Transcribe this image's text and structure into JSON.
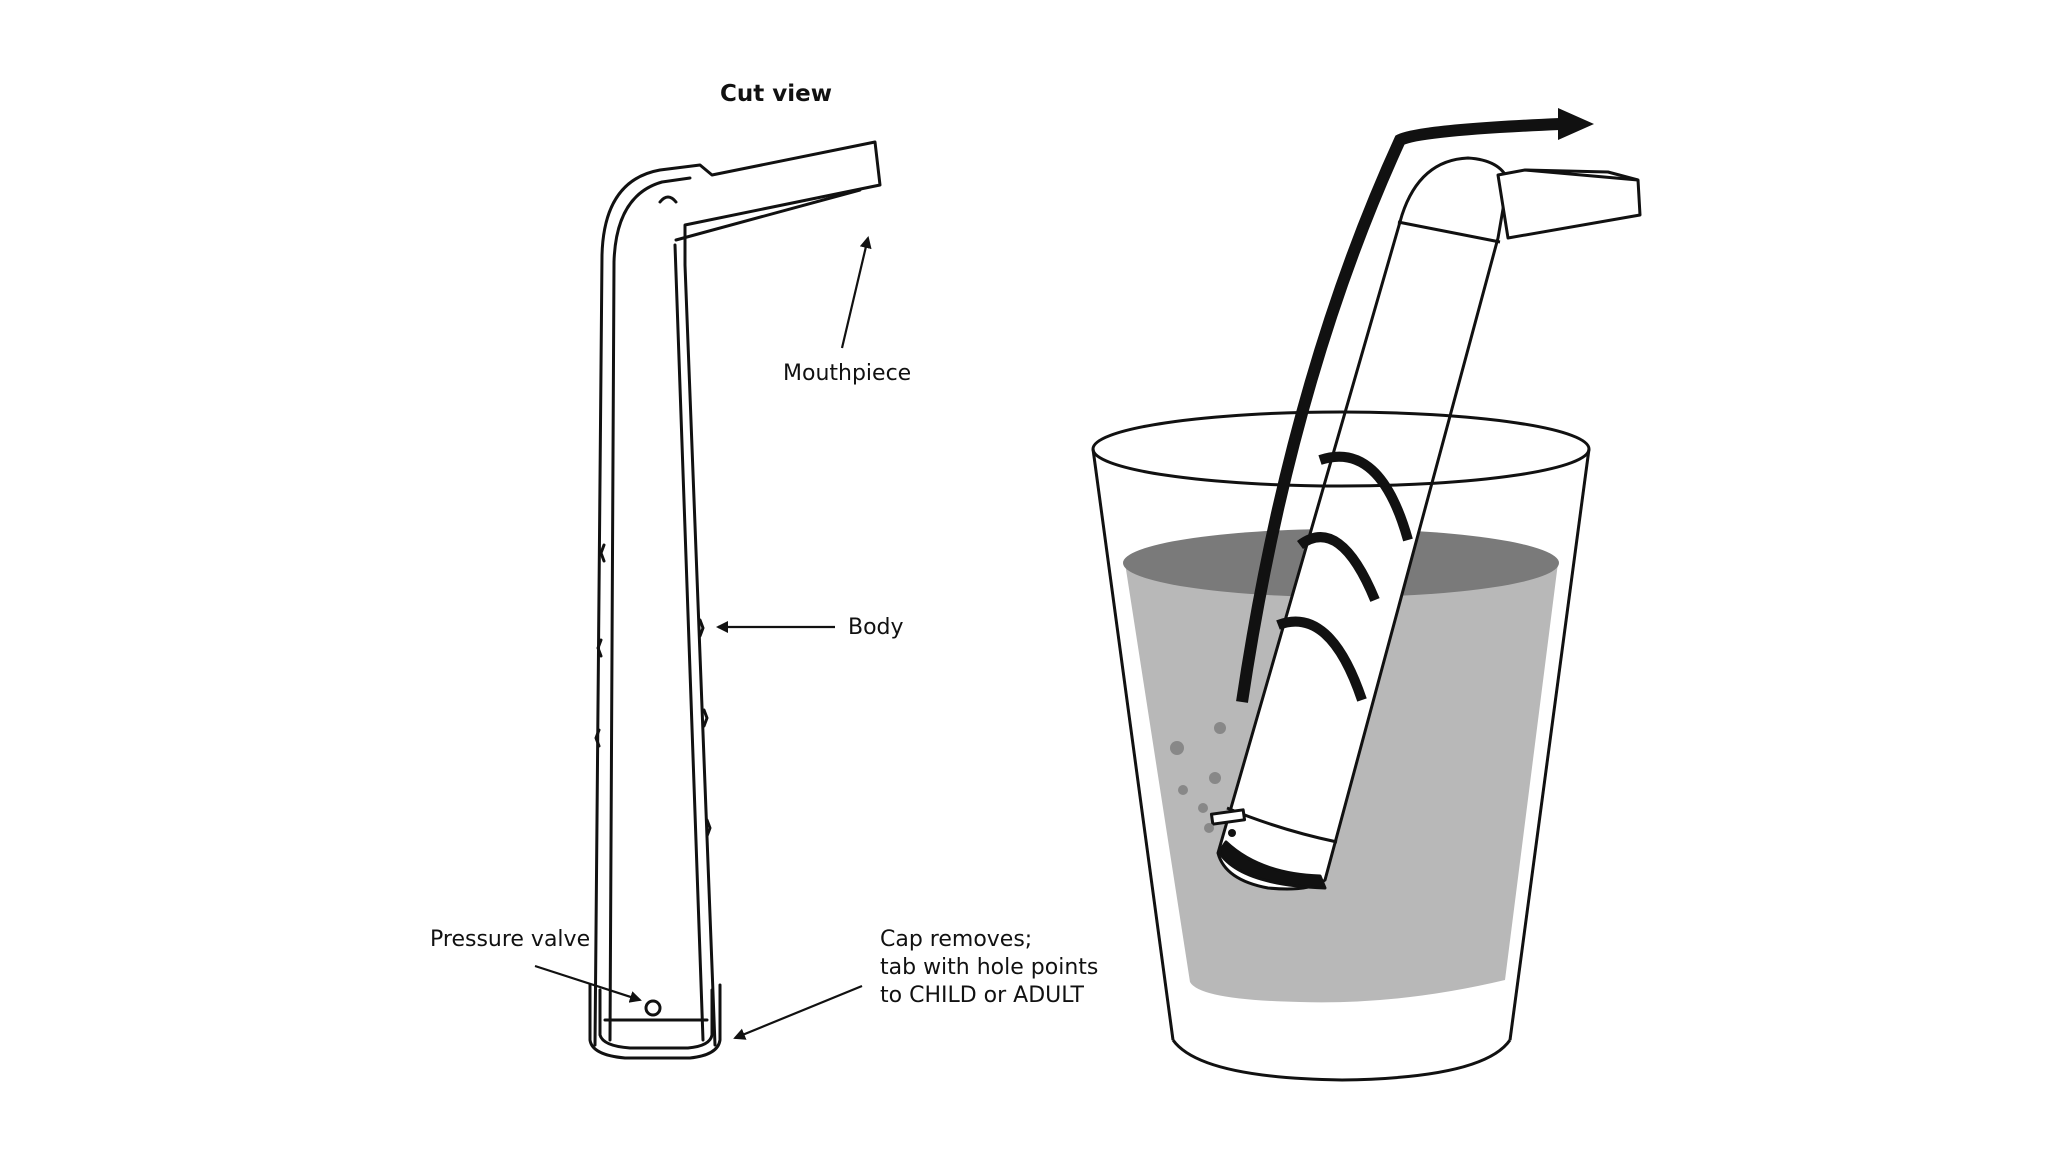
{
  "diagram": {
    "title": "Cut view",
    "labels": {
      "mouthpiece": "Mouthpiece",
      "body": "Body",
      "pressure_valve": "Pressure valve",
      "cap_line1": "Cap removes;",
      "cap_line2": "tab with hole points",
      "cap_line3": "to CHILD or ADULT"
    },
    "colors": {
      "ink": "#111111",
      "liquid": "#b8b8b8",
      "liquid_surface": "#7a7a7a",
      "bubbles": "#888888",
      "background": "#ffffff"
    }
  }
}
